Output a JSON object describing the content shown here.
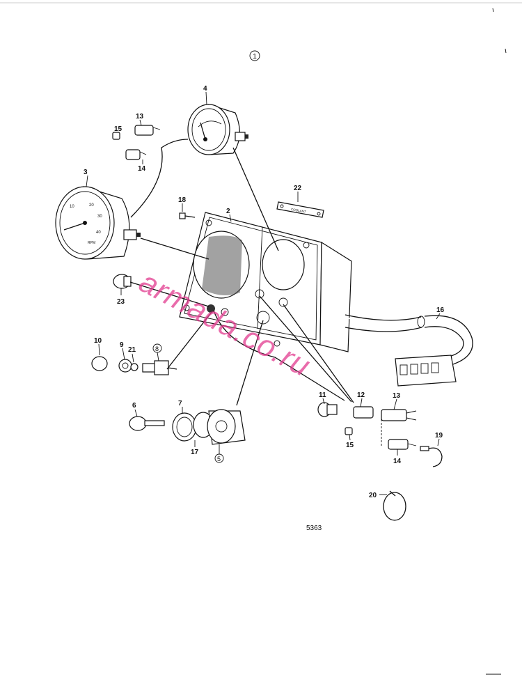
{
  "figure": {
    "circled_number": "1",
    "drawing_number": "5363"
  },
  "decal_text": "COOLANT",
  "watermark": "armada.co.ru",
  "callouts": [
    {
      "num": "2"
    },
    {
      "num": "3"
    },
    {
      "num": "4"
    },
    {
      "num": "5"
    },
    {
      "num": "6"
    },
    {
      "num": "7"
    },
    {
      "num": "8"
    },
    {
      "num": "9"
    },
    {
      "num": "10"
    },
    {
      "num": "11"
    },
    {
      "num": "12"
    },
    {
      "num": "13"
    },
    {
      "num": "13"
    },
    {
      "num": "14"
    },
    {
      "num": "14"
    },
    {
      "num": "15"
    },
    {
      "num": "15"
    },
    {
      "num": "16"
    },
    {
      "num": "17"
    },
    {
      "num": "18"
    },
    {
      "num": "19"
    },
    {
      "num": "20"
    },
    {
      "num": "21"
    },
    {
      "num": "22"
    },
    {
      "num": "23"
    }
  ]
}
